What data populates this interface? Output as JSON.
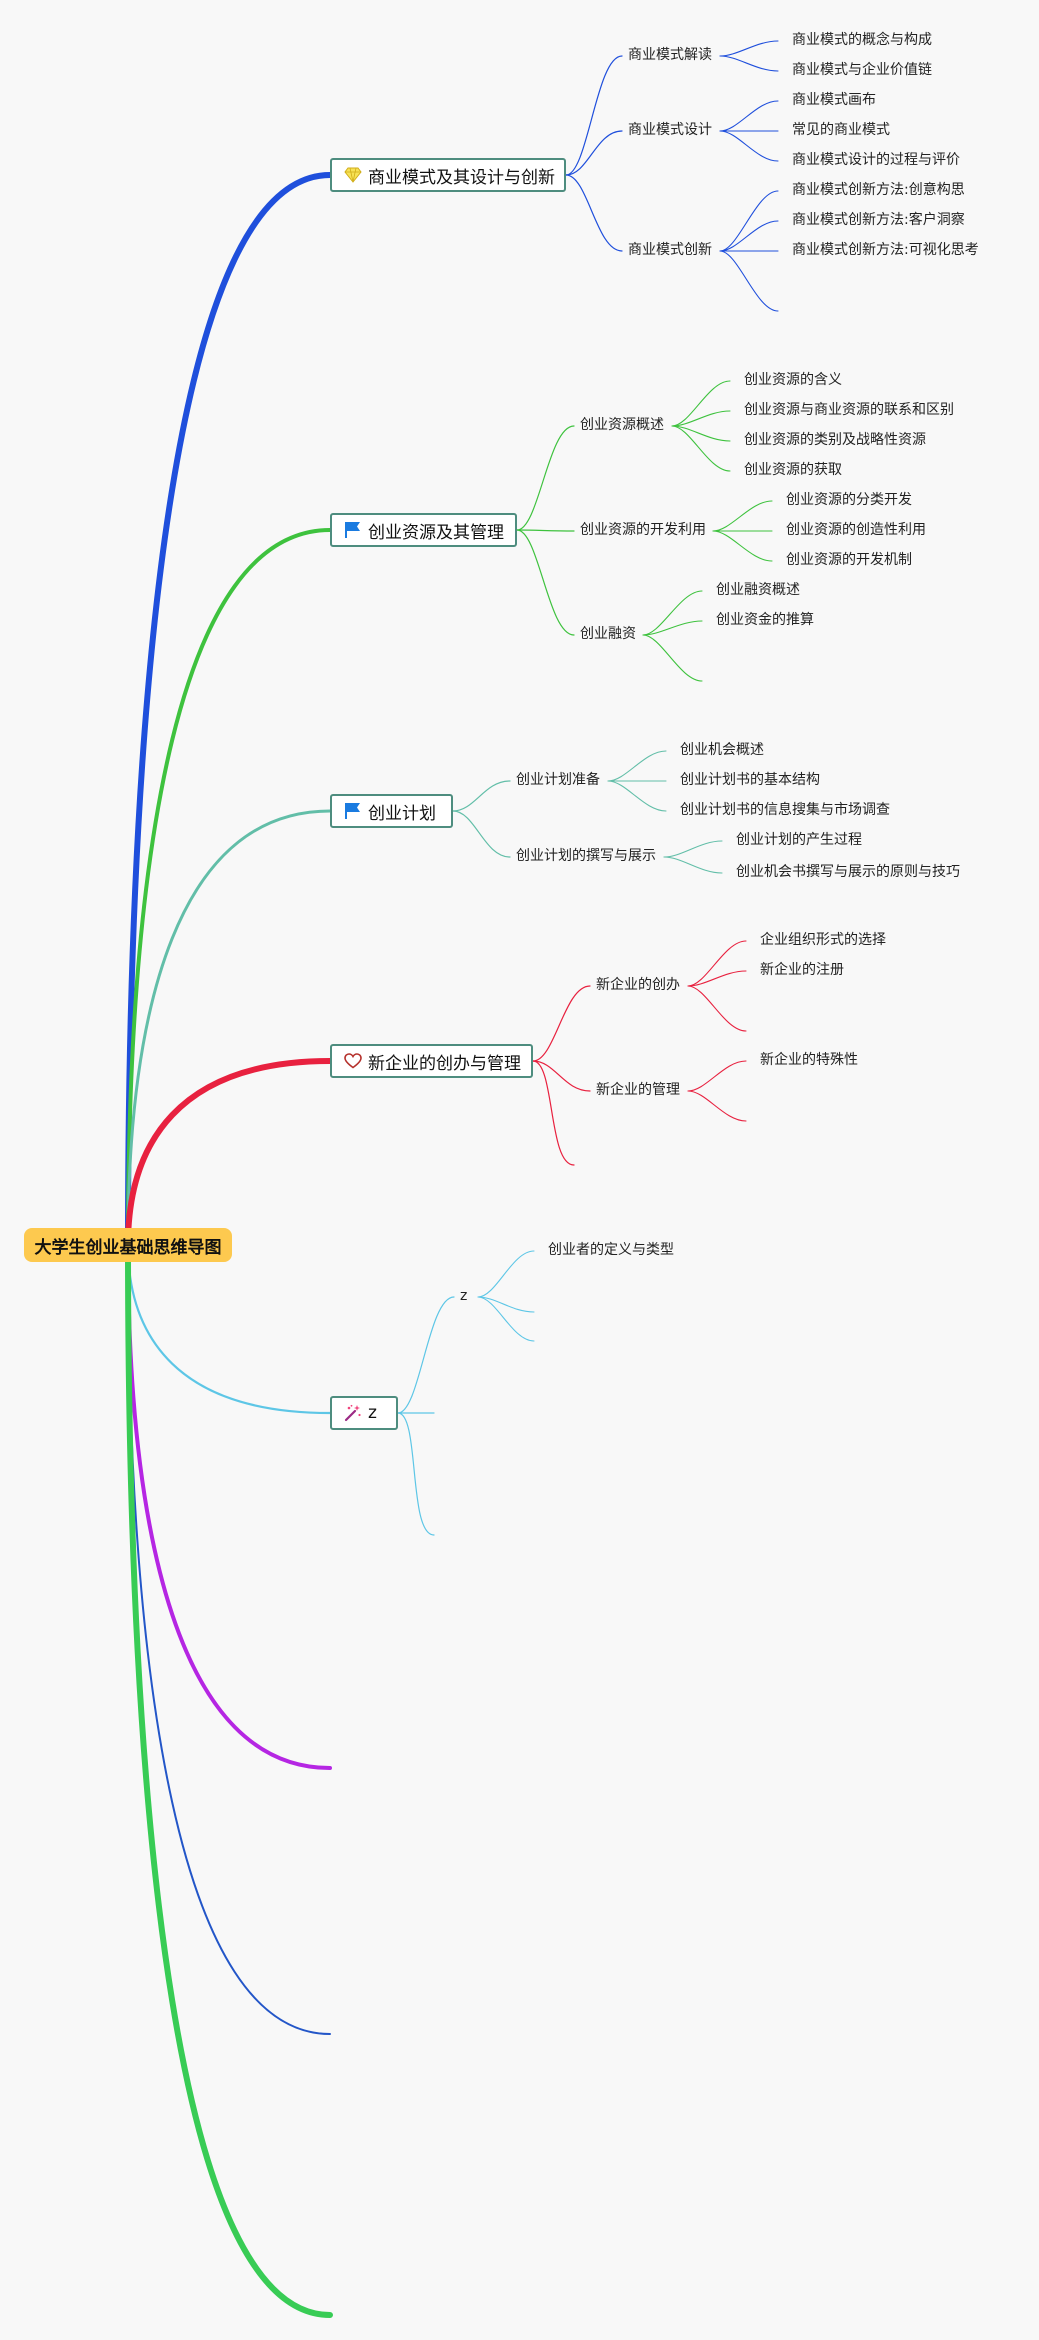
{
  "root": "大学生创业基础思维导图",
  "branches": [
    {
      "label": "商业模式及其设计与创新",
      "icon": "gem-icon",
      "color": "#1f4fdc",
      "children": [
        {
          "label": "商业模式解读",
          "leaves": [
            "商业模式的概念与构成",
            "商业模式与企业价值链"
          ]
        },
        {
          "label": "商业模式设计",
          "leaves": [
            "商业模式画布",
            "常见的商业模式",
            "商业模式设计的过程与评价"
          ]
        },
        {
          "label": "商业模式创新",
          "leaves": [
            "商业模式创新方法:创意构思",
            "商业模式创新方法:客户洞察",
            "商业模式创新方法:可视化思考",
            ""
          ]
        }
      ]
    },
    {
      "label": "创业资源及其管理",
      "icon": "flag-icon",
      "color": "#3ec23e",
      "children": [
        {
          "label": "创业资源概述",
          "leaves": [
            "创业资源的含义",
            "创业资源与商业资源的联系和区别",
            "创业资源的类别及战略性资源",
            "创业资源的获取"
          ]
        },
        {
          "label": "创业资源的开发利用",
          "leaves": [
            "创业资源的分类开发",
            "创业资源的创造性利用",
            "创业资源的开发机制"
          ]
        },
        {
          "label": "创业融资",
          "leaves": [
            "创业融资概述",
            "创业资金的推算",
            ""
          ]
        }
      ]
    },
    {
      "label": "创业计划",
      "icon": "flag-icon",
      "color": "#62bea8",
      "children": [
        {
          "label": "创业计划准备",
          "leaves": [
            "创业机会概述",
            "创业计划书的基本结构",
            "创业计划书的信息搜集与市场调查"
          ]
        },
        {
          "label": "创业计划的撰写与展示",
          "leaves": [
            "创业计划的产生过程",
            "创业机会书撰写与展示的原则与技巧"
          ]
        }
      ]
    },
    {
      "label": "新企业的创办与管理",
      "icon": "heart-icon",
      "color": "#e8213f",
      "children": [
        {
          "label": "新企业的创办",
          "leaves": [
            "企业组织形式的选择",
            "新企业的注册",
            ""
          ]
        },
        {
          "label": "新企业的管理",
          "leaves": [
            "新企业的特殊性",
            ""
          ]
        },
        {
          "label": "",
          "leaves": []
        }
      ]
    },
    {
      "label": "z",
      "icon": "magic-wand-icon",
      "color": "#5dc6e6",
      "children": [
        {
          "label": "z",
          "leaves": [
            "创业者的定义与类型",
            "",
            ""
          ]
        },
        {
          "label": "",
          "leaves": []
        },
        {
          "label": "",
          "leaves": []
        }
      ]
    },
    {
      "label": "",
      "icon": "",
      "color": "#b526e3",
      "children": []
    },
    {
      "label": "",
      "icon": "",
      "color": "#2356c8",
      "children": []
    },
    {
      "label": "",
      "icon": "",
      "color": "#38cc55",
      "children": []
    }
  ]
}
